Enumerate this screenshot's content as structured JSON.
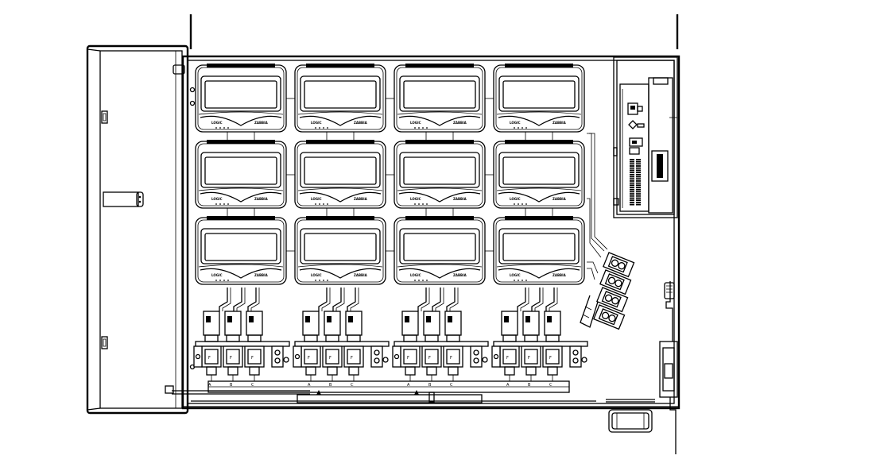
{
  "meters": {
    "count": 12,
    "rows": 3,
    "cols": 4,
    "label_left": "LOGIC",
    "label_right": "ZABBIA"
  },
  "valve_groups": {
    "count": 4,
    "valves_per_group": 3,
    "valve_mark": "F",
    "rail_marks": [
      "A",
      "B",
      "C"
    ]
  },
  "icons": {
    "hinge": "hinge-icon",
    "terminal_block": "terminal-block-icon",
    "breaker": "breaker-icon",
    "cable_gland": "cable-gland-icon",
    "door_handle": "door-handle-icon"
  }
}
